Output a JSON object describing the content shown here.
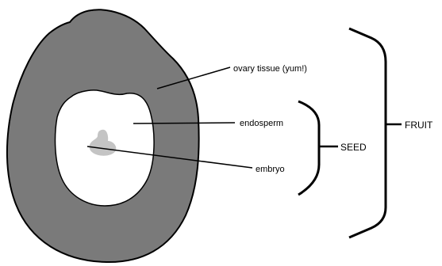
{
  "labels": {
    "ovary_tissue": "ovary tissue (yum!)",
    "endosperm": "endosperm",
    "embryo": "embryo",
    "seed": "SEED",
    "fruit": "FRUIT"
  },
  "colors": {
    "ovary": "#7a7a7a",
    "outline": "#000000",
    "embryo": "#c4c4c4",
    "endosperm": "#ffffff"
  }
}
